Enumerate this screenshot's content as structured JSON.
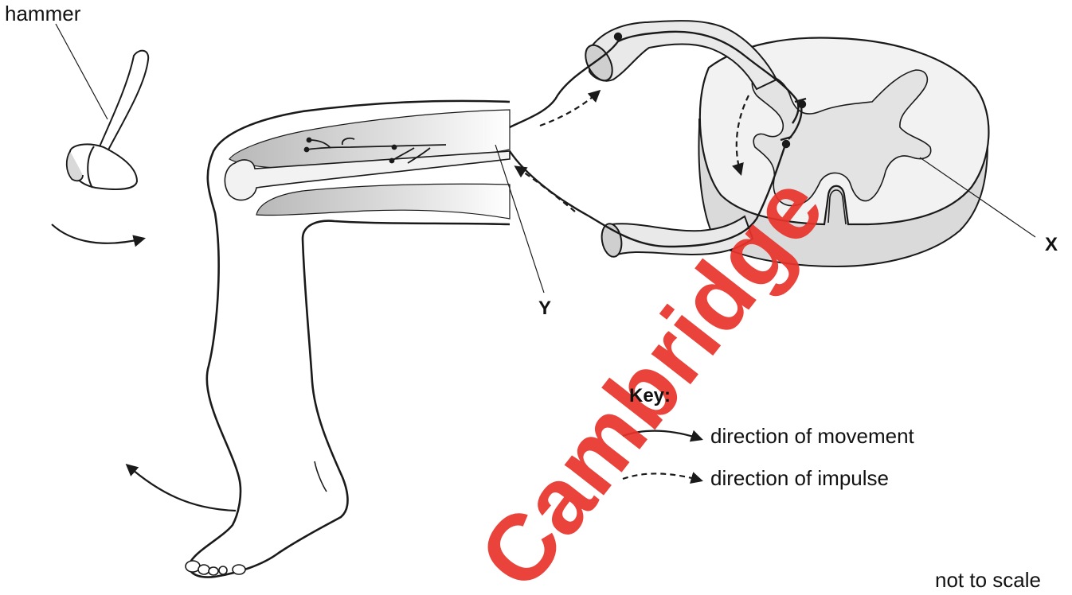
{
  "labels": {
    "hammer": "hammer",
    "x": "X",
    "y": "Y",
    "not_to_scale": "not to scale"
  },
  "key": {
    "title": "Key:",
    "movement": "direction of movement",
    "impulse": "direction of impulse"
  },
  "watermark": {
    "text": "Cambridge",
    "color": "#e8332a"
  },
  "colors": {
    "outline": "#1a1a1a",
    "grey_matter": "#e6e6e6",
    "white_matter": "#f4f4f4",
    "cord_side": "#d9d9d9",
    "nerve_fill": "#dcdcdc",
    "muscle_fill": "#cccccc"
  }
}
